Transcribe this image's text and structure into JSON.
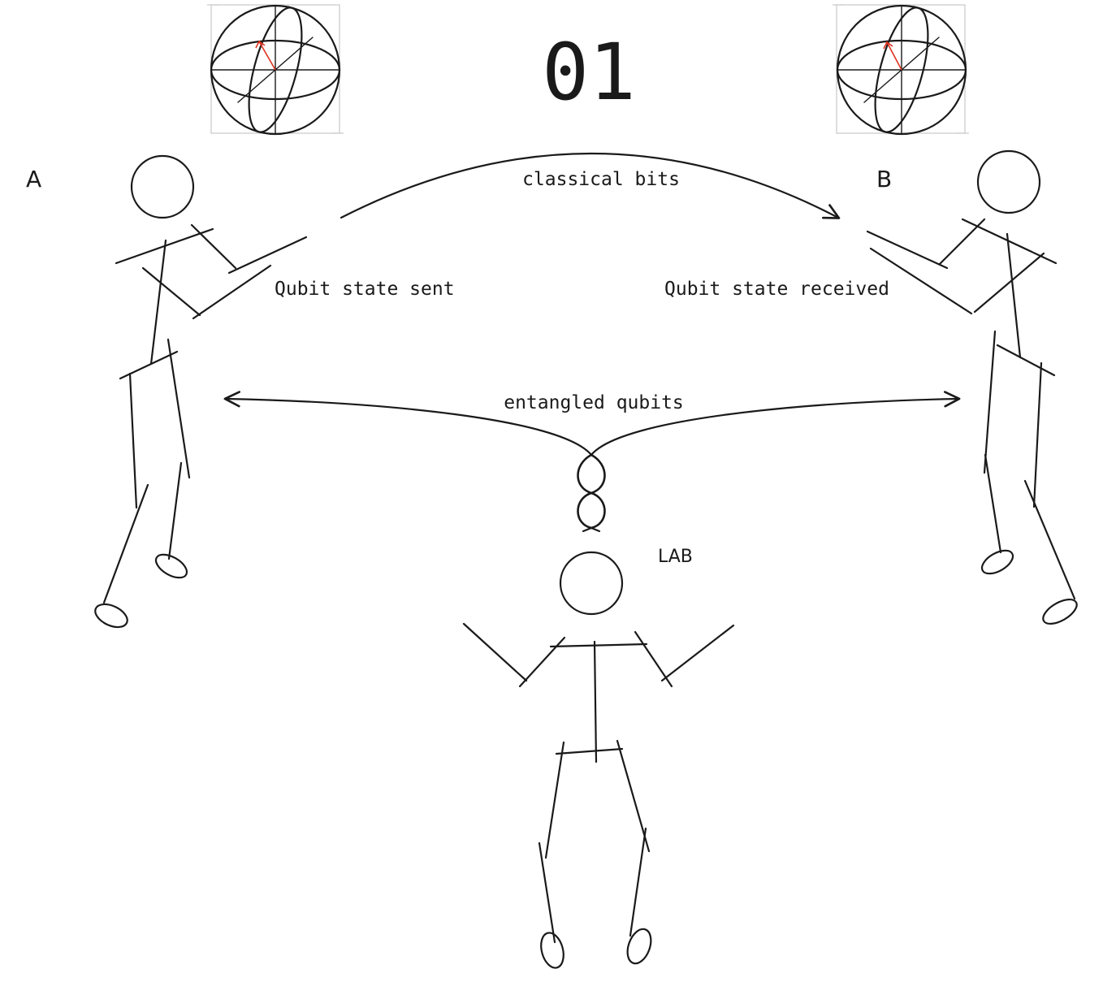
{
  "diagram": {
    "counter": "01",
    "participants": {
      "a_label": "A",
      "b_label": "B",
      "lab_label": "LAB"
    },
    "channels": {
      "classical": "classical bits",
      "entangled": "entangled qubits"
    },
    "states": {
      "sent": "Qubit state sent",
      "received": "Qubit state received"
    },
    "icons": {
      "sphere_left": "bloch-sphere",
      "sphere_right": "bloch-sphere",
      "entangled_pair": "twisted-pair-knot"
    },
    "colors": {
      "ink": "#1a1a1a",
      "state_vector": "#e0301e",
      "guide": "#c8c8c8"
    }
  }
}
